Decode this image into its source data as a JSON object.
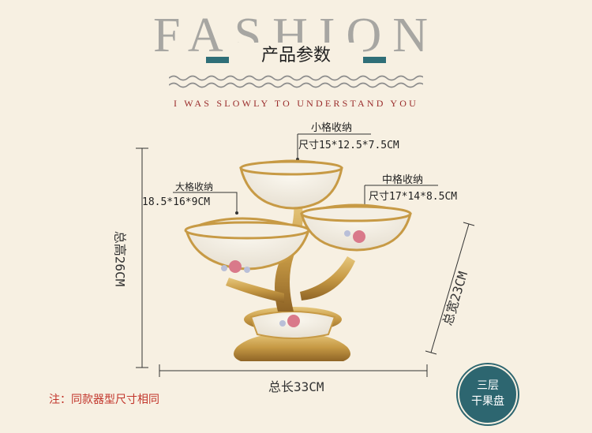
{
  "header": {
    "brand_word": "FASHION",
    "title": "产品参数",
    "slogan": "I WAS SLOWLY TO UNDERSTAND YOU"
  },
  "product": {
    "small_compartment": {
      "label": "小格收纳",
      "size": "尺寸15*12.5*7.5CM"
    },
    "medium_compartment": {
      "label": "中格收纳",
      "size": "尺寸17*14*8.5CM"
    },
    "large_compartment": {
      "label": "大格收纳",
      "size": "18.5*16*9CM"
    },
    "total_height": "总高26CM",
    "total_length": "总长33CM",
    "total_width": "总宽23CM"
  },
  "note": "注：同款器型尺寸相同",
  "badge": {
    "line1": "三层",
    "line2": "干果盘"
  },
  "colors": {
    "background": "#f7f0e2",
    "accent": "#2f6f78",
    "note_red": "#c2352b",
    "gold": "#c79a45"
  }
}
